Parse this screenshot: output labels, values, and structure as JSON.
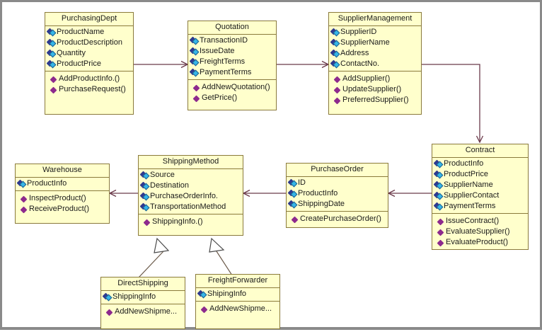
{
  "diagram": {
    "type": "uml-class-diagram",
    "title": "Procurement UML Class Diagram",
    "background": "#ffffff",
    "class_fill": "#ffffcc",
    "class_border": "#8a7a3c",
    "line_color": "#6b3a4a",
    "canvas_border": "#8a8a8a",
    "attribute_icon": "public-attribute-icon",
    "operation_icon": "public-operation-icon"
  },
  "classes": [
    {
      "id": "purchasing-dept",
      "name": "PurchasingDept",
      "attributes": [
        "ProductName",
        "ProductDescription",
        "Quantity",
        "ProductPrice"
      ],
      "operations": [
        "AddProductInfo.()",
        "PurchaseRequest()"
      ]
    },
    {
      "id": "quotation",
      "name": "Quotation",
      "attributes": [
        "TransactionID",
        "IssueDate",
        "FreightTerms",
        "PaymentTerms"
      ],
      "operations": [
        "AddNewQuotation()",
        "GetPrice()"
      ]
    },
    {
      "id": "supplier-management",
      "name": "SupplierManagement",
      "attributes": [
        "SupplierID",
        "SupplierName",
        "Address",
        "ContactNo."
      ],
      "operations": [
        "AddSupplier()",
        "UpdateSupplier()",
        "PreferredSupplier()"
      ]
    },
    {
      "id": "contract",
      "name": "Contract",
      "attributes": [
        "ProductInfo",
        "ProductPrice",
        "SupplierName",
        "SupplierContact",
        "PaymentTerms"
      ],
      "operations": [
        "IssueContract()",
        "EvaluateSupplier()",
        "EvaluateProduct()"
      ]
    },
    {
      "id": "purchase-order",
      "name": "PurchaseOrder",
      "attributes": [
        "ID",
        "ProductInfo",
        "ShippingDate"
      ],
      "operations": [
        "CreatePurchaseOrder()"
      ]
    },
    {
      "id": "shipping-method",
      "name": "ShippingMethod",
      "attributes": [
        "Source",
        "Destination",
        "PurchaseOrderInfo.",
        "TransportationMethod"
      ],
      "operations": [
        "ShippingInfo.()"
      ]
    },
    {
      "id": "warehouse",
      "name": "Warehouse",
      "attributes": [
        "ProductInfo"
      ],
      "operations": [
        "InspectProduct()",
        "ReceiveProduct()"
      ]
    },
    {
      "id": "direct-shipping",
      "name": "DirectShipping",
      "attributes": [
        "ShippingInfo"
      ],
      "operations": [
        "AddNewShipme..."
      ]
    },
    {
      "id": "freight-forwarder",
      "name": "FreightForwarder",
      "attributes": [
        "ShipingInfo"
      ],
      "operations": [
        "AddNewShipme..."
      ]
    }
  ],
  "relationships": [
    {
      "from": "purchasing-dept",
      "to": "quotation",
      "type": "association-arrow"
    },
    {
      "from": "quotation",
      "to": "supplier-management",
      "type": "association-arrow"
    },
    {
      "from": "supplier-management",
      "to": "contract",
      "type": "association-arrow"
    },
    {
      "from": "contract",
      "to": "purchase-order",
      "type": "association-arrow"
    },
    {
      "from": "purchase-order",
      "to": "shipping-method",
      "type": "association-arrow"
    },
    {
      "from": "shipping-method",
      "to": "warehouse",
      "type": "association-arrow"
    },
    {
      "from": "direct-shipping",
      "to": "shipping-method",
      "type": "generalization"
    },
    {
      "from": "freight-forwarder",
      "to": "shipping-method",
      "type": "generalization"
    }
  ]
}
